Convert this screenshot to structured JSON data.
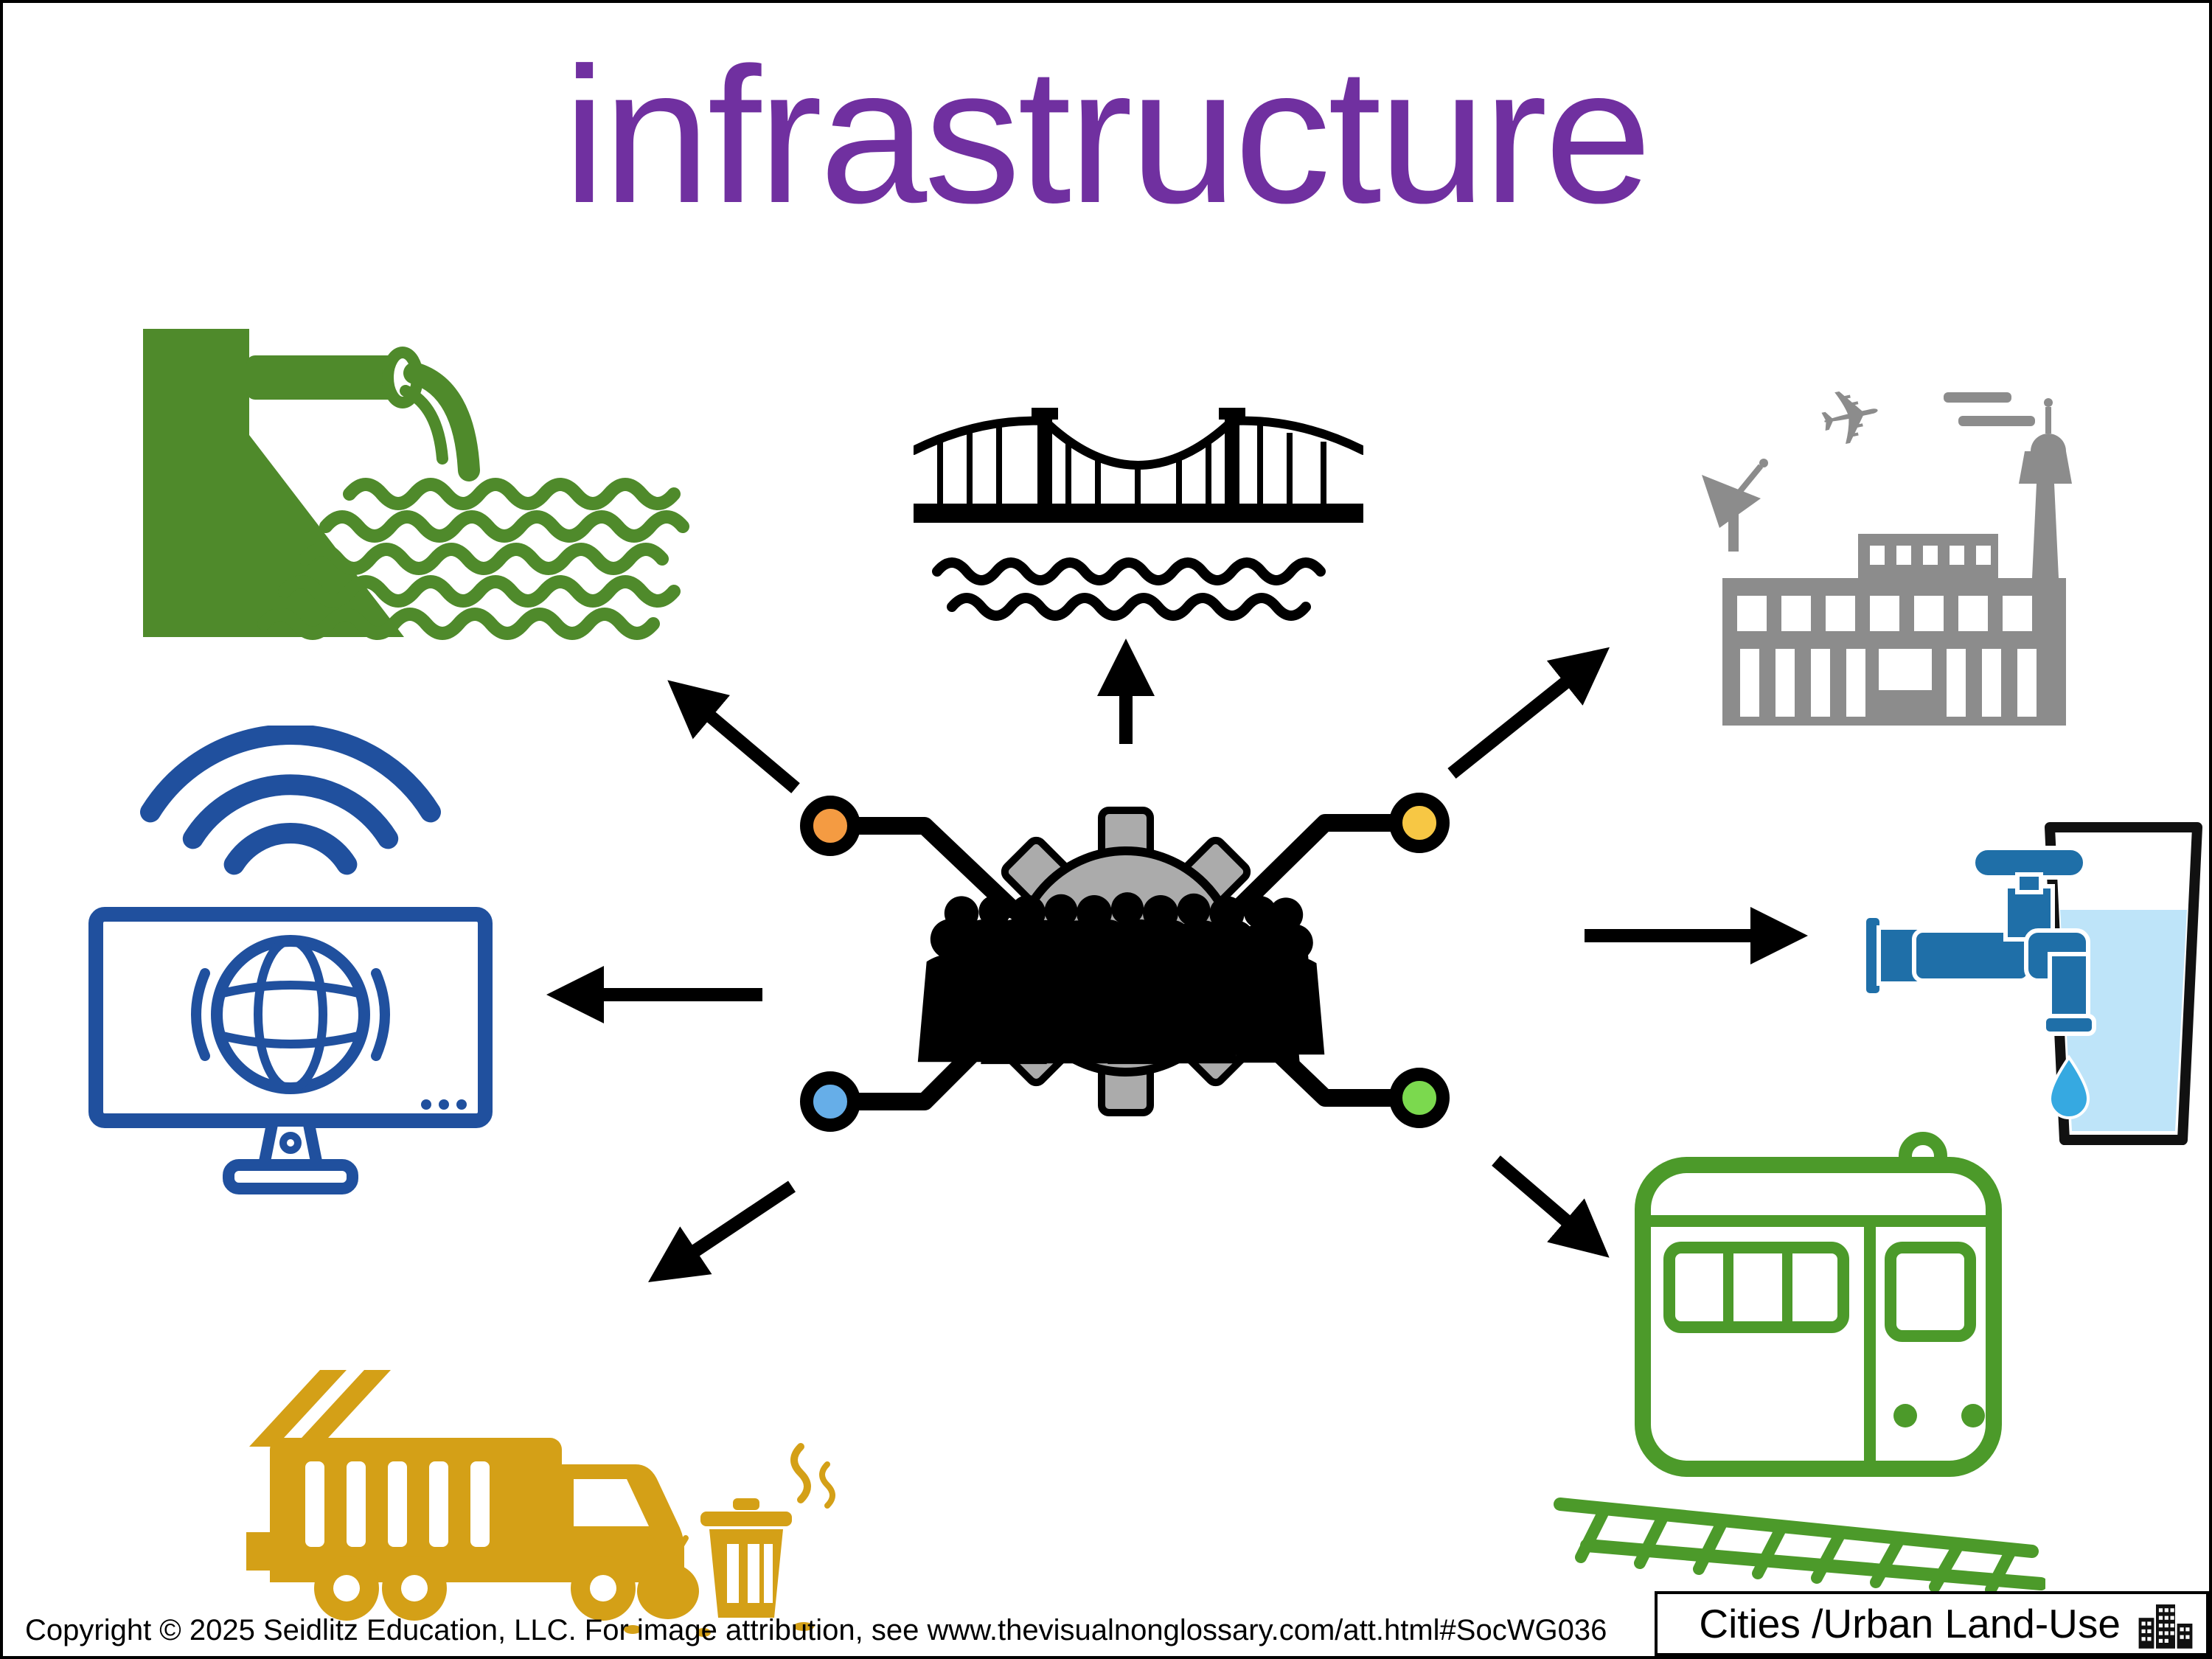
{
  "page": {
    "title": "infrastructure",
    "title_color": "#7030A0",
    "background": "#FFFFFF",
    "border_color": "#000000"
  },
  "footer": {
    "copyright": "Copyright © 2025 Seidlitz Education, LLC.  For image attribution, see www.thevisualnonglossary.com/att.html#SocWG036",
    "category_label": "Cities /Urban Land-Use",
    "category_icon": "city-buildings-icon"
  },
  "diagram": {
    "center": {
      "icon": "gear-with-people-icon",
      "gear_color": "#ABABAB",
      "people_color": "#000000",
      "connector_dots": [
        {
          "name": "dot-top-left",
          "color": "#F49B42"
        },
        {
          "name": "dot-top-right",
          "color": "#F7C744"
        },
        {
          "name": "dot-bottom-left",
          "color": "#66AEE8"
        },
        {
          "name": "dot-bottom-right",
          "color": "#7BD94E"
        }
      ]
    },
    "nodes": [
      {
        "name": "water-treatment-icon",
        "position": "top-left",
        "color": "#4F8A2B"
      },
      {
        "name": "bridge-icon",
        "position": "top-center",
        "color": "#000000"
      },
      {
        "name": "airport-icon",
        "position": "top-right",
        "color": "#8C8C8C"
      },
      {
        "name": "internet-icon",
        "position": "middle-left",
        "color": "#20509E"
      },
      {
        "name": "tap-water-icon",
        "position": "middle-right",
        "color": "#1F6FA8"
      },
      {
        "name": "garbage-truck-icon",
        "position": "bottom-left",
        "color": "#D4A017"
      },
      {
        "name": "train-icon",
        "position": "bottom-right",
        "color": "#4C9A2A"
      }
    ],
    "arrow_color": "#000000"
  }
}
